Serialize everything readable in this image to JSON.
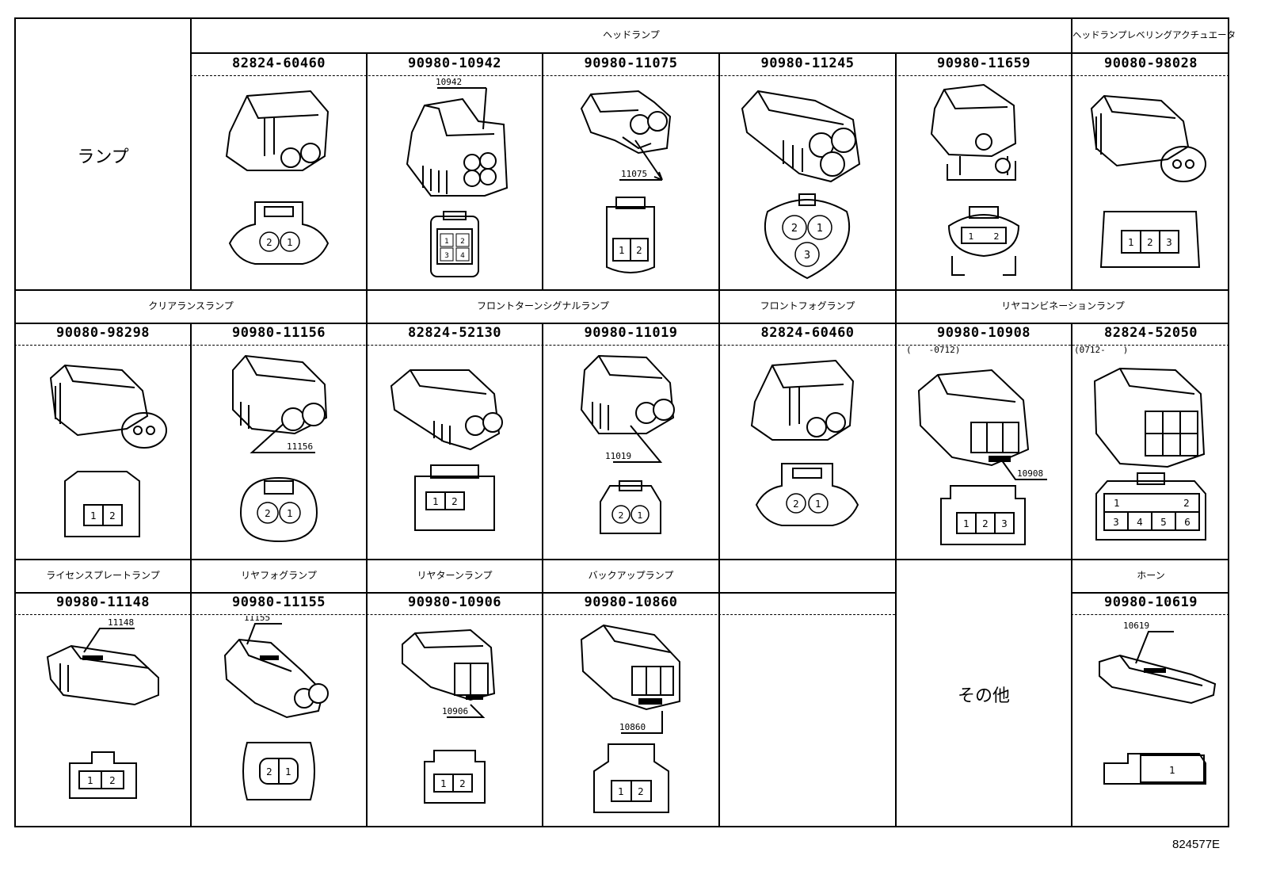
{
  "rows": [
    {
      "lead_label": "ランプ",
      "groups": [
        {
          "label": "ヘッドランプ",
          "span": 5
        },
        {
          "label": "ヘッドランプレベリングアクチュエータ",
          "span": 1
        }
      ],
      "parts": [
        {
          "number": "82824-60460",
          "pins": [
            "2",
            "1"
          ],
          "callout": ""
        },
        {
          "number": "90980-10942",
          "pins": [
            "1",
            "2",
            "3",
            "4"
          ],
          "callout": "10942"
        },
        {
          "number": "90980-11075",
          "pins": [
            "1",
            "2"
          ],
          "callout": "11075"
        },
        {
          "number": "90980-11245",
          "pins": [
            "2",
            "1",
            "3"
          ],
          "callout": ""
        },
        {
          "number": "90980-11659",
          "pins": [
            "1",
            "2"
          ],
          "callout": ""
        },
        {
          "number": "90080-98028",
          "pins": [
            "1",
            "2",
            "3"
          ],
          "callout": ""
        }
      ]
    },
    {
      "groups": [
        {
          "label": "クリアランスランプ",
          "span": 2
        },
        {
          "label": "フロントターンシグナルランプ",
          "span": 2
        },
        {
          "label": "フロントフォグランプ",
          "span": 1
        },
        {
          "label": "リヤコンビネーションランプ",
          "span": 2
        }
      ],
      "parts": [
        {
          "number": "90080-98298",
          "pins": [
            "1",
            "2"
          ],
          "callout": ""
        },
        {
          "number": "90980-11156",
          "pins": [
            "2",
            "1"
          ],
          "callout": "11156"
        },
        {
          "number": "82824-52130",
          "pins": [
            "1",
            "2"
          ],
          "callout": ""
        },
        {
          "number": "90980-11019",
          "pins": [
            "2",
            "1"
          ],
          "callout": "11019"
        },
        {
          "number": "82824-60460",
          "pins": [
            "2",
            "1"
          ],
          "callout": ""
        },
        {
          "number": "90980-10908",
          "pins": [
            "1",
            "2",
            "3"
          ],
          "callout": "10908",
          "range": "(　　-0712)"
        },
        {
          "number": "82824-52050",
          "pins": [
            "1",
            "2",
            "3",
            "4",
            "5",
            "6"
          ],
          "callout": "",
          "range": "(0712-　　)"
        }
      ]
    },
    {
      "groups": [
        {
          "label": "ライセンスプレートランプ",
          "span": 1
        },
        {
          "label": "リヤフォグランプ",
          "span": 1
        },
        {
          "label": "リヤターンランプ",
          "span": 1
        },
        {
          "label": "バックアップランプ",
          "span": 1
        },
        {
          "label": "",
          "span": 1
        },
        {
          "label": "",
          "span": 1
        },
        {
          "label": "ホーン",
          "span": 1
        }
      ],
      "parts": [
        {
          "number": "90980-11148",
          "pins": [
            "1",
            "2"
          ],
          "callout": "11148"
        },
        {
          "number": "90980-11155",
          "pins": [
            "2",
            "1"
          ],
          "callout": "11155"
        },
        {
          "number": "90980-10906",
          "pins": [
            "1",
            "2"
          ],
          "callout": "10906"
        },
        {
          "number": "90980-10860",
          "pins": [
            "1",
            "2"
          ],
          "callout": "10860"
        },
        {
          "number": "",
          "pins": [],
          "callout": ""
        },
        {
          "number": "",
          "pins": [],
          "callout": ""
        },
        {
          "number": "90980-10619",
          "pins": [
            "1"
          ],
          "callout": "10619"
        }
      ],
      "other_label": "その他"
    }
  ],
  "figure_id": "824577E"
}
